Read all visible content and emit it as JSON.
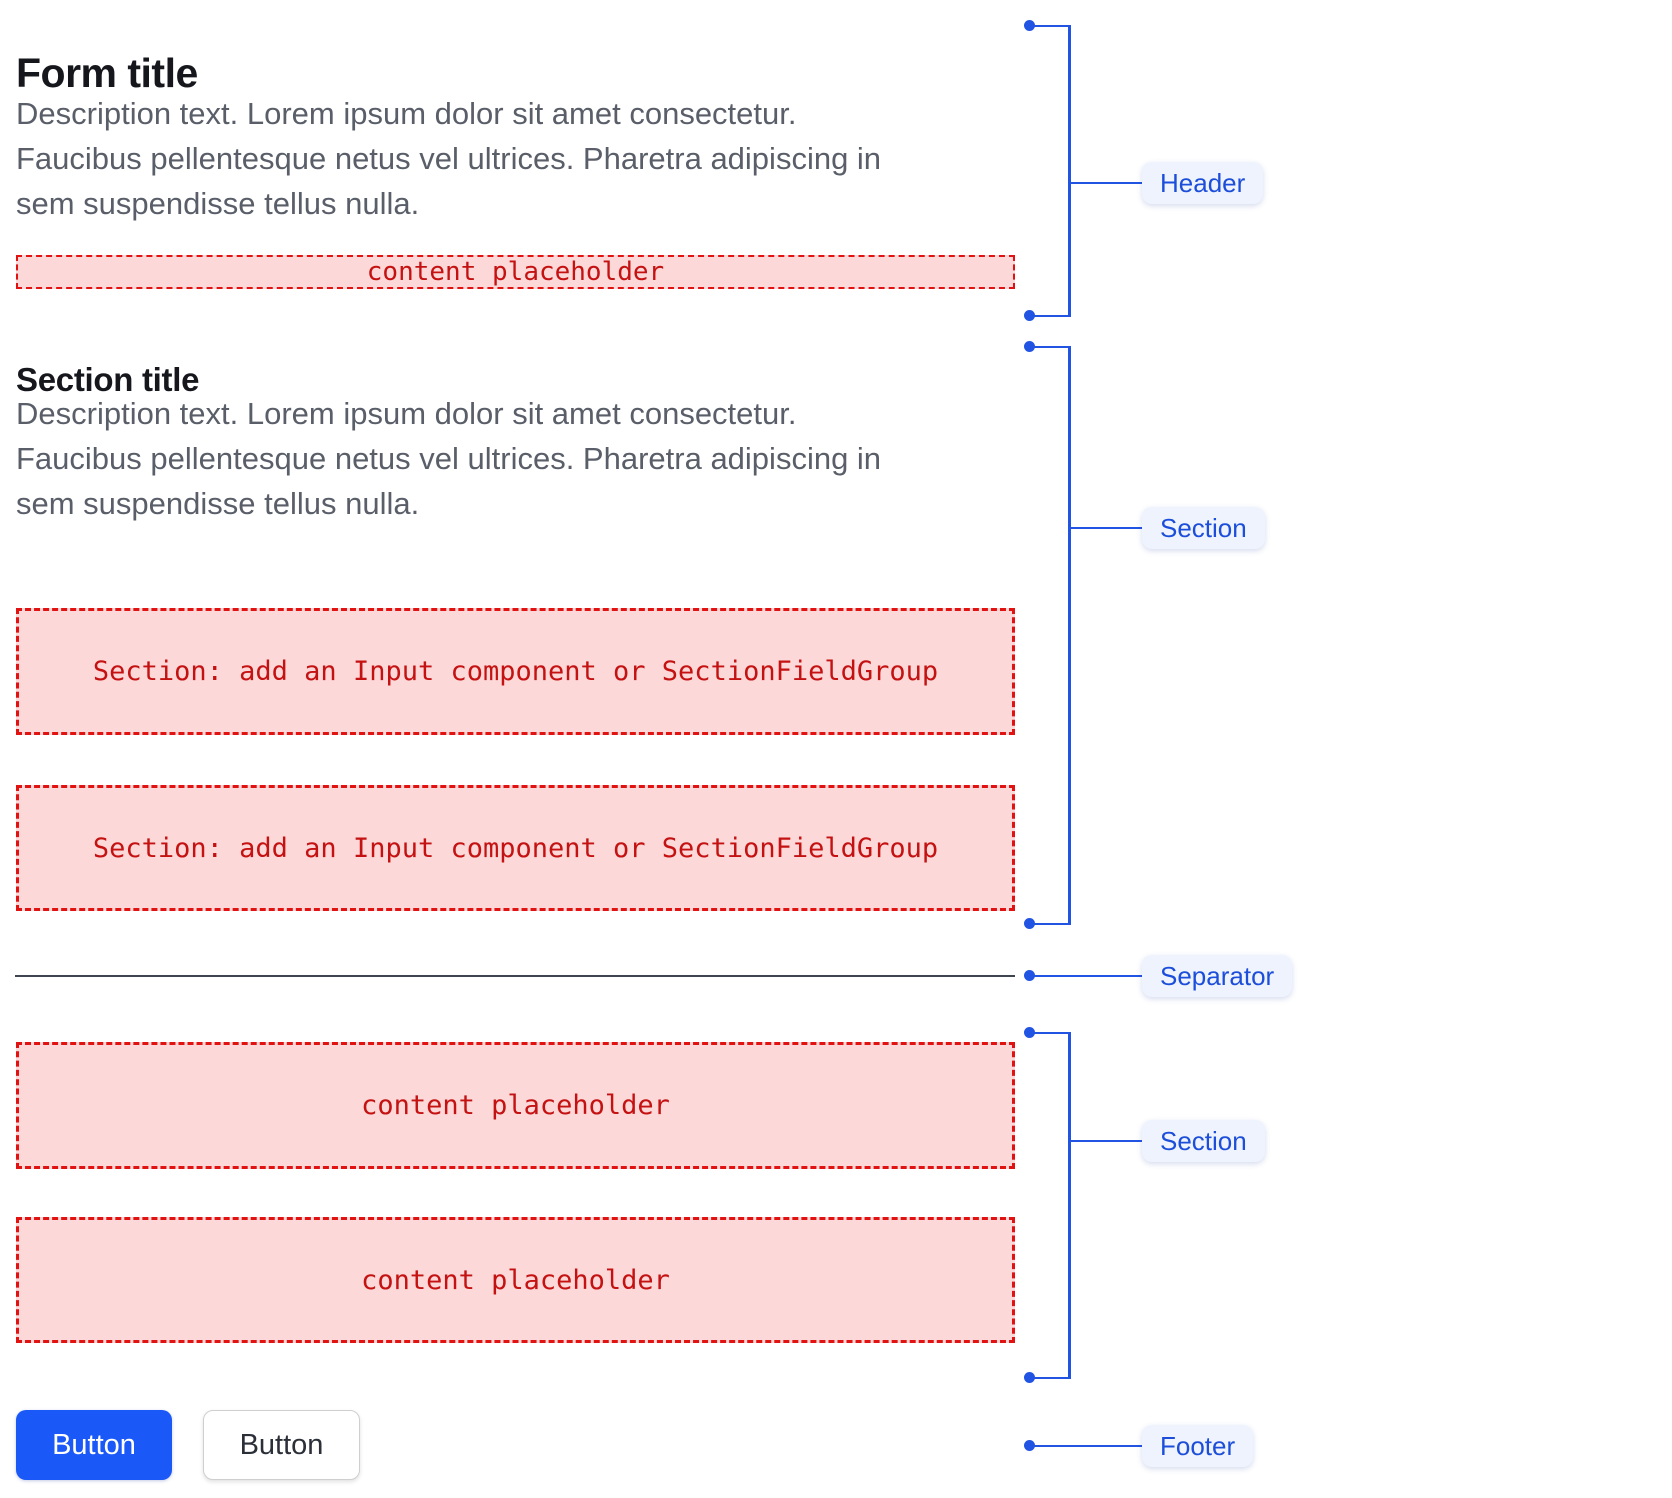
{
  "form": {
    "title": "Form title",
    "description_lines": [
      "Description text. Lorem ipsum dolor sit amet consectetur.",
      "Faucibus pellentesque netus vel ultrices. Pharetra adipiscing in",
      "sem suspendisse tellus nulla."
    ],
    "header_placeholder": "content placeholder",
    "section_title": "Section title",
    "section_description_lines": [
      "Description text. Lorem ipsum dolor sit amet consectetur.",
      "Faucibus pellentesque netus vel ultrices. Pharetra adipiscing in",
      "sem suspendisse tellus nulla."
    ],
    "section_boxes": [
      "Section: add an Input component or SectionFieldGroup",
      "Section: add an Input component or SectionFieldGroup"
    ],
    "content_boxes": [
      "content placeholder",
      "content placeholder"
    ],
    "buttons": [
      {
        "label": "Button",
        "variant": "primary"
      },
      {
        "label": "Button",
        "variant": "secondary"
      }
    ]
  },
  "annotations": {
    "header": "Header",
    "section1": "Section",
    "separator": "Separator",
    "section2": "Section",
    "footer": "Footer"
  },
  "colors": {
    "accent_blue": "#2254e4",
    "label_text_blue": "#1c4ed9",
    "label_bg": "#eef3fe",
    "button_blue": "#1b58f8",
    "placeholder_text_red": "#c41212",
    "placeholder_border_red": "#e01212",
    "placeholder_bg_pink": "#fdd8d8",
    "separator_gray": "#3e4450",
    "title_color": "#16171d",
    "description_gray": "#595e69"
  }
}
